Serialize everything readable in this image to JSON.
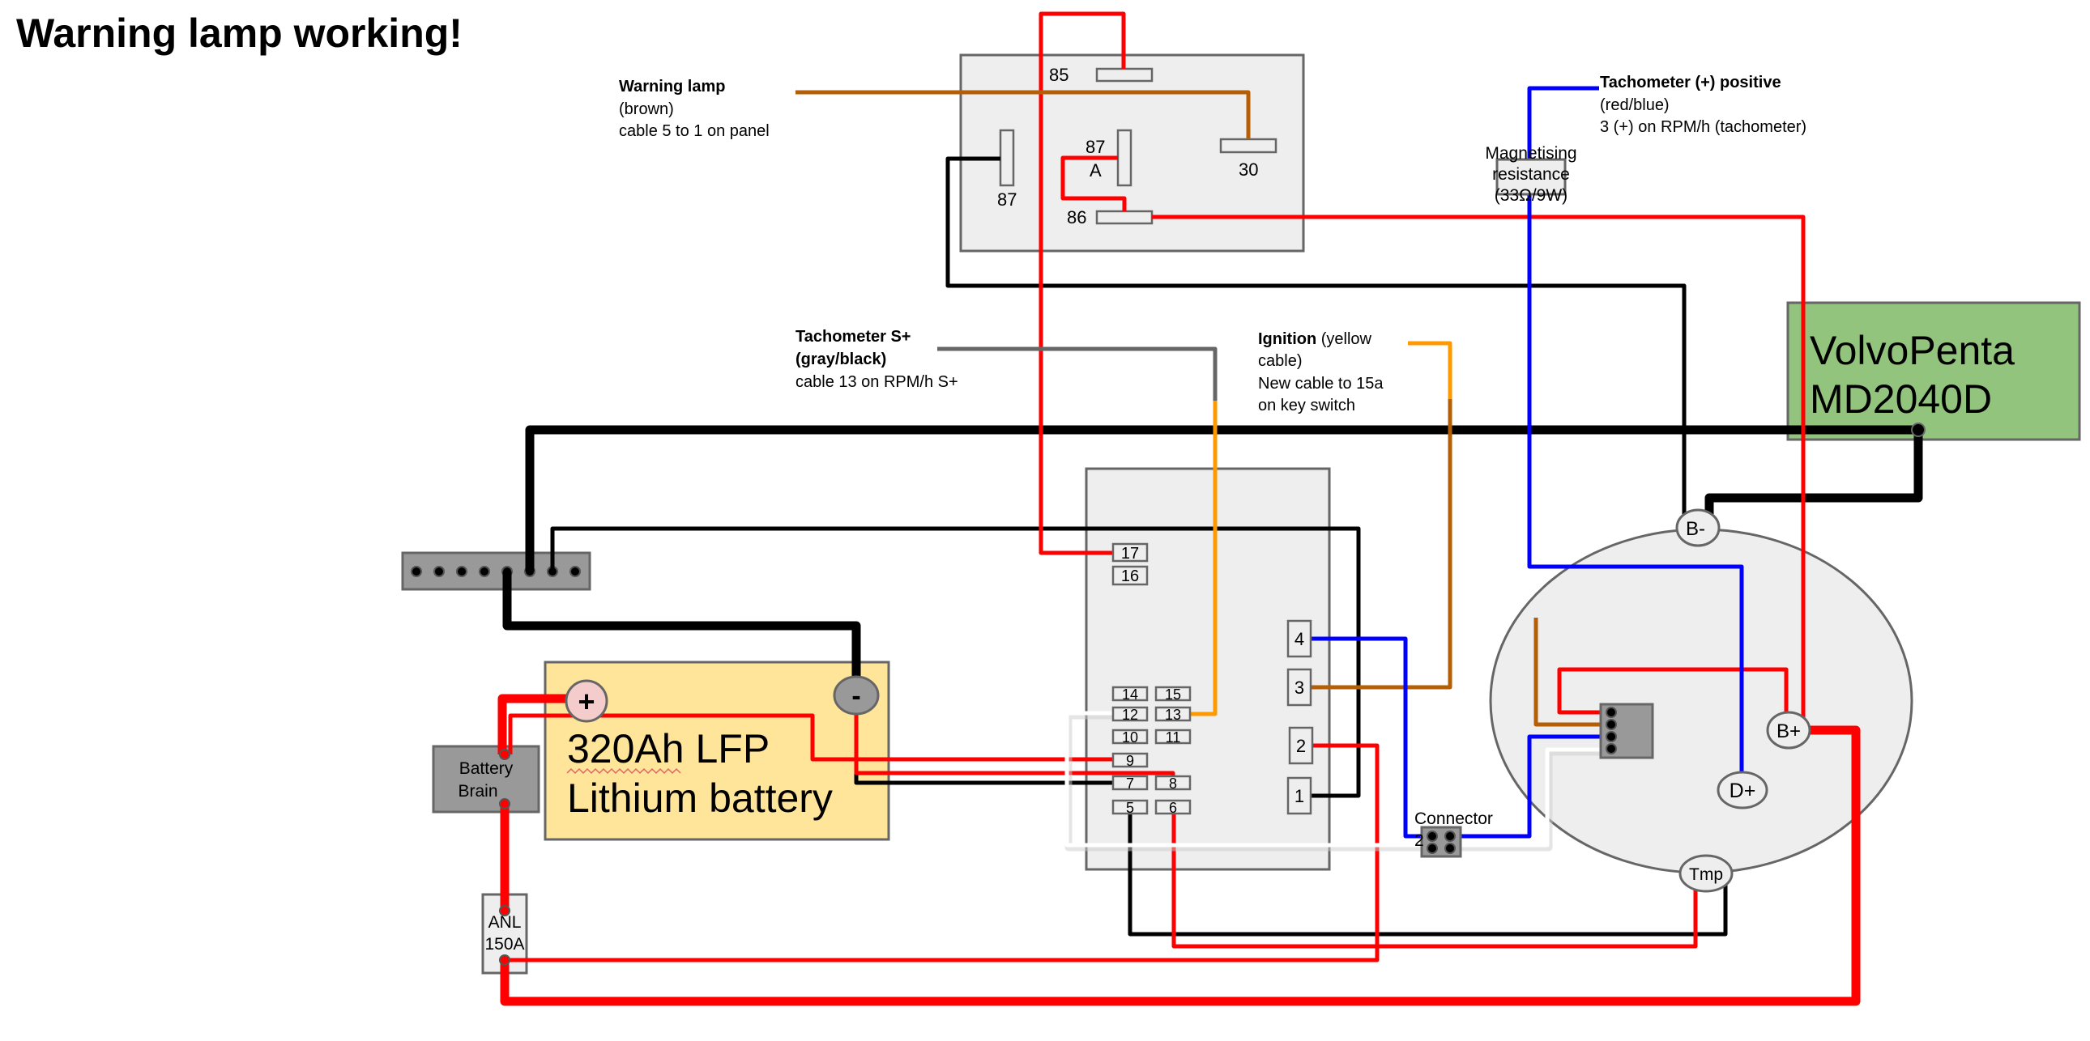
{
  "title": "Warning lamp working!",
  "colors": {
    "red": "#ff0000",
    "black": "#000000",
    "blue": "#0000ff",
    "brown": "#b45f06",
    "orange": "#ff9900",
    "gray": "#666666",
    "battery_fill": "#ffe599",
    "engine_fill": "#93c47d",
    "component_fill": "#eeeeee",
    "busbar_fill": "#999999",
    "plus_terminal_fill": "#f4cccc"
  },
  "relay": {
    "pins": {
      "p85": "85",
      "p87": "87",
      "p87a_num": "87",
      "p87a_letter": "A",
      "p30": "30",
      "p86": "86"
    }
  },
  "annotations": {
    "warning_lamp": {
      "title": "Warning lamp",
      "line1": "(brown)",
      "line2": "cable 5 to 1 on panel"
    },
    "tach_s": {
      "title_line1": "Tachometer S+",
      "title_line2": "(gray/black)",
      "line1": "cable 13 on RPM/h S+"
    },
    "ignition": {
      "title": "Ignition",
      "title_suffix": " (yellow",
      "line1": "cable)",
      "line2": "New cable to 15a",
      "line3": "on key switch"
    },
    "tach_pos": {
      "title": "Tachometer (+) positive",
      "line1": "(red/blue)",
      "line2": "3 (+) on RPM/h (tachometer)"
    },
    "resistor": {
      "line1": "Magnetising",
      "line2": "resistance",
      "line3": "(33Ω/9W)"
    }
  },
  "engine": {
    "line1": "VolvoPenta",
    "line2": "MD2040D"
  },
  "battery": {
    "line1": "320Ah LFP",
    "line2": "Lithium battery",
    "plus": "+",
    "minus": "-"
  },
  "battery_brain": {
    "line1": "Battery",
    "line2": "Brain"
  },
  "fuse": {
    "line1": "ANL",
    "line2": "150A"
  },
  "panel": {
    "pins": {
      "p17": "17",
      "p16": "16",
      "p14": "14",
      "p15": "15",
      "p12": "12",
      "p13": "13",
      "p10": "10",
      "p11": "11",
      "p9": "9",
      "p7": "7",
      "p8": "8",
      "p5": "5",
      "p6": "6",
      "p4": "4",
      "p3": "3",
      "p2": "2",
      "p1": "1"
    }
  },
  "connector": {
    "label": "Connector",
    "number": "2"
  },
  "alternator": {
    "b_minus": "B-",
    "b_plus": "B+",
    "d_plus": "D+",
    "tmp": "Tmp"
  }
}
